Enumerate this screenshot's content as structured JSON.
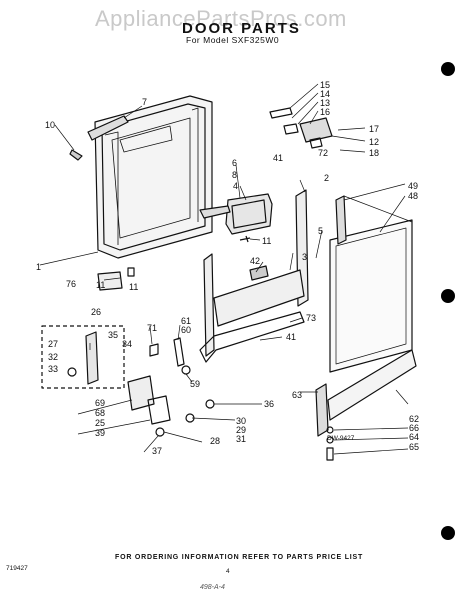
{
  "watermark": "AppliancePartsPros.com",
  "title": "DOOR PARTS",
  "subtitle": "For Model SXF325W0",
  "diagram_code": "DW-9427",
  "footer": "FOR ORDERING INFORMATION REFER TO PARTS PRICE LIST",
  "page_code": "719427",
  "page_number": "4",
  "handwriting": "498-A-4",
  "callouts": [
    "1",
    "2",
    "3",
    "4",
    "5",
    "6",
    "7",
    "8",
    "10",
    "11",
    "11",
    "11",
    "12",
    "13",
    "14",
    "15",
    "16",
    "17",
    "18",
    "25",
    "26",
    "27",
    "28",
    "29",
    "30",
    "31",
    "32",
    "33",
    "34",
    "35",
    "36",
    "37",
    "39",
    "41",
    "41",
    "42",
    "48",
    "49",
    "59",
    "60",
    "61",
    "62",
    "63",
    "64",
    "65",
    "66",
    "68",
    "69",
    "71",
    "72",
    "73",
    "76"
  ]
}
